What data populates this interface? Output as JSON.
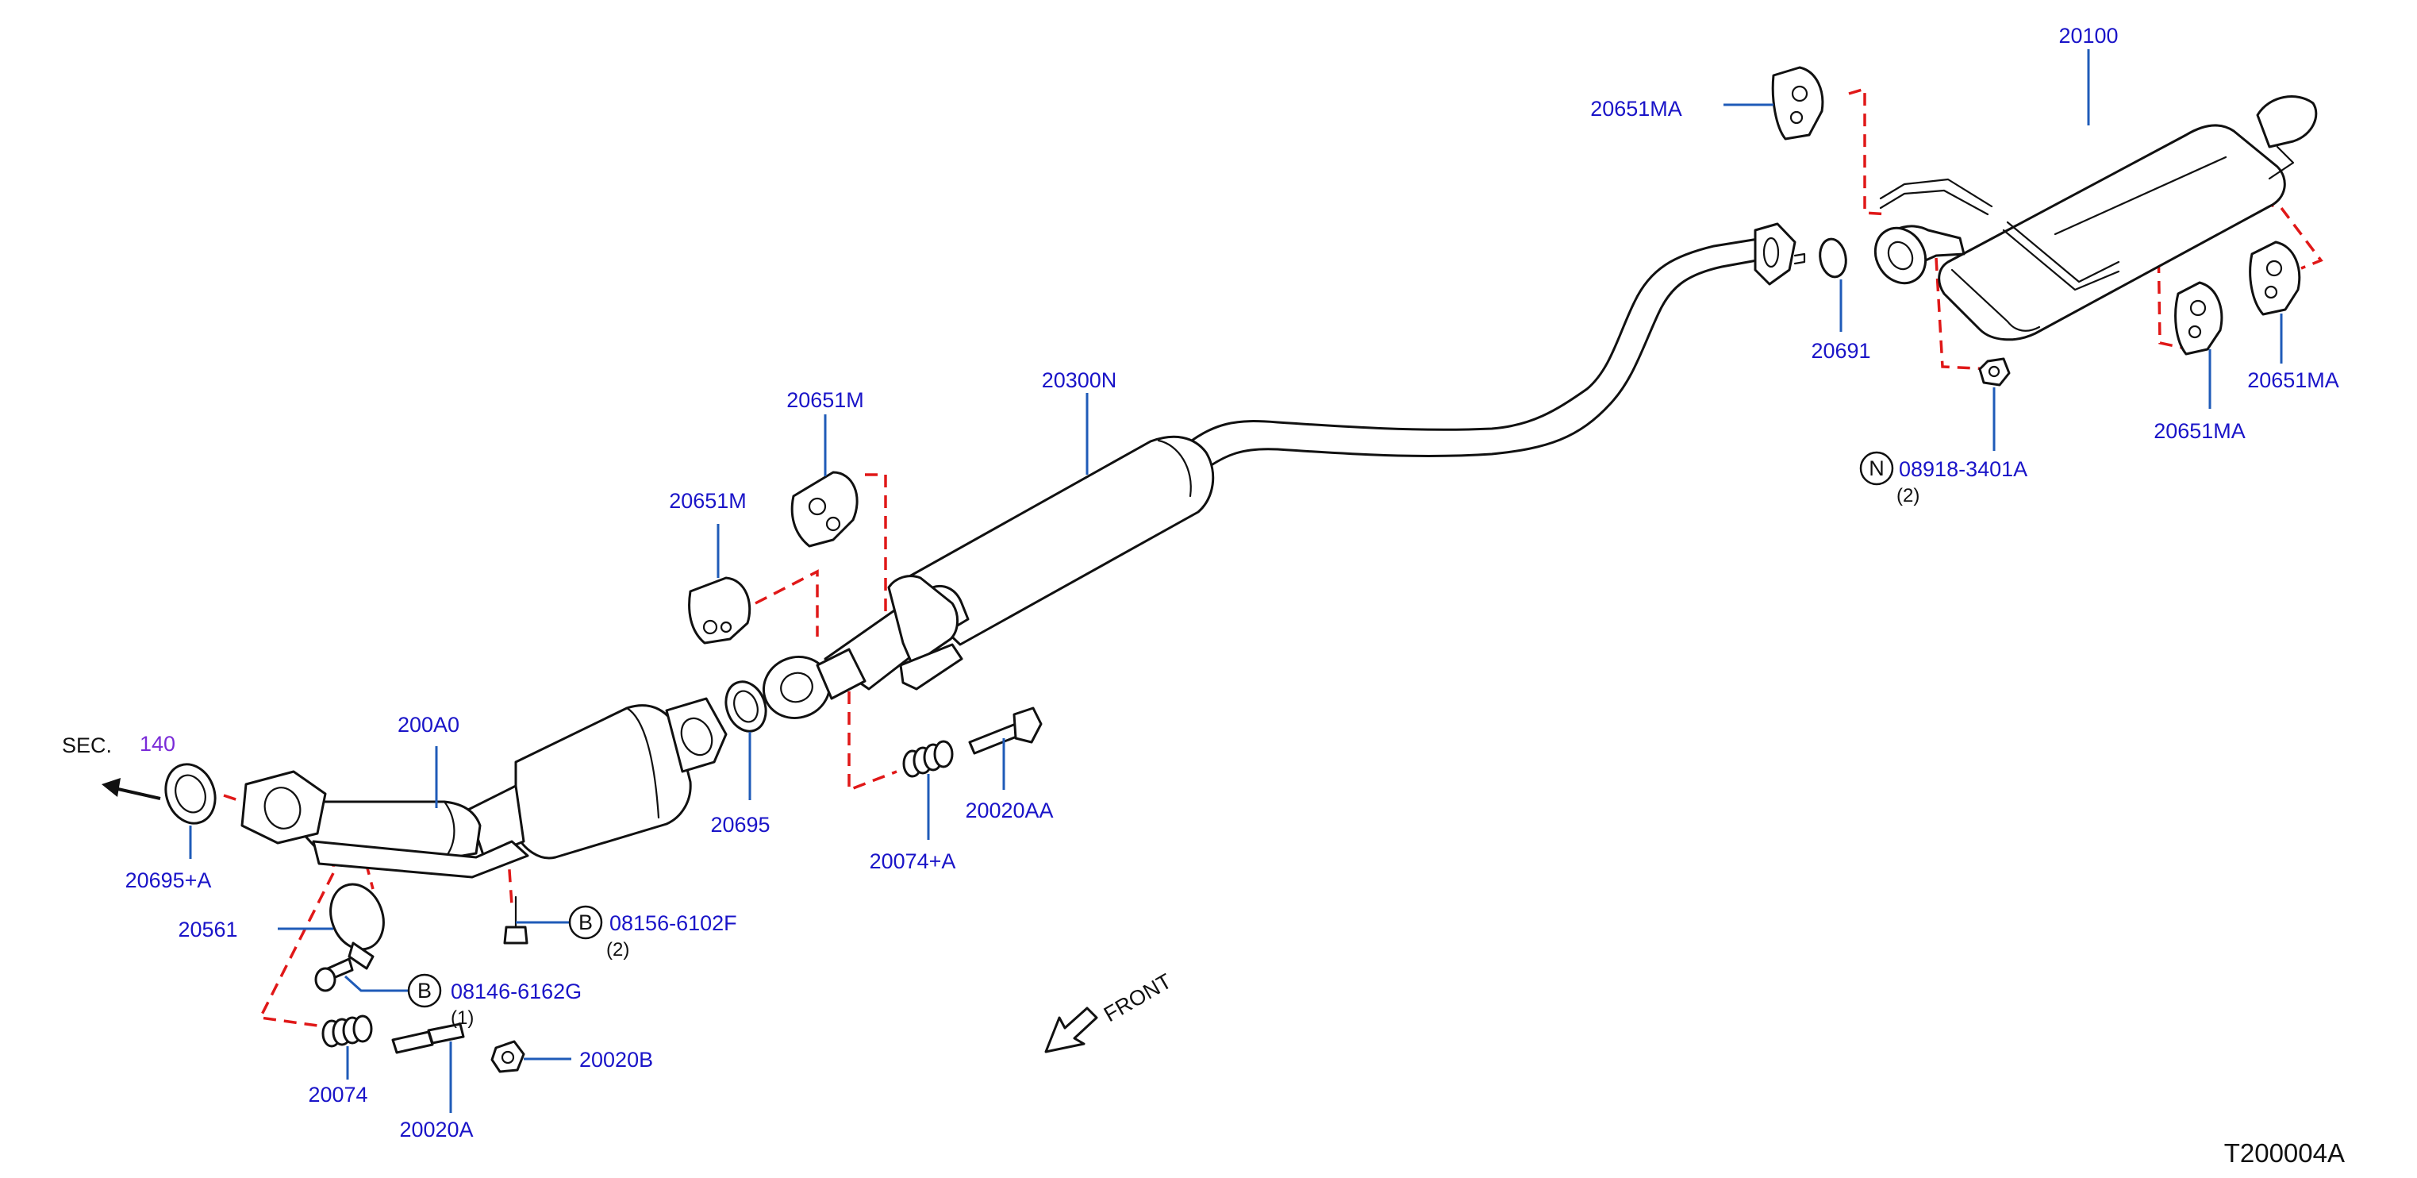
{
  "labels": {
    "sec_prefix": "SEC.",
    "sec_number": "140",
    "p20100": "20100",
    "p20651MA_top": "20651MA",
    "p20691": "20691",
    "p20651MA_right": "20651MA",
    "p20651MA_mid": "20651MA",
    "nut_part": "08918-3401A",
    "nut_qty": "(2)",
    "nut_symbol": "N",
    "p20300N": "20300N",
    "p20651M_upper": "20651M",
    "p20651M_lower": "20651M",
    "p200A0": "200A0",
    "p20695": "20695",
    "p20695A": "20695+A",
    "p20074A": "20074+A",
    "p20020AA": "20020AA",
    "p20561": "20561",
    "bolt1_part": "08156-6102F",
    "bolt1_qty": "(2)",
    "bolt1_symbol": "B",
    "bolt2_part": "08146-6162G",
    "bolt2_qty": "(1)",
    "bolt2_symbol": "B",
    "p20074": "20074",
    "p20020A": "20020A",
    "p20020B": "20020B",
    "front": "FRONT",
    "diagram_code": "T200004A"
  },
  "colors": {
    "callout_text": "#1a14c8",
    "leader_line": "#1f5bb8",
    "dashed_link": "#e01818",
    "section_ref": "#7a2bd8",
    "part_outline": "#111111"
  },
  "icons": {
    "front_arrow": "front-arrow-icon",
    "section_arrow": "left-arrow-icon"
  }
}
